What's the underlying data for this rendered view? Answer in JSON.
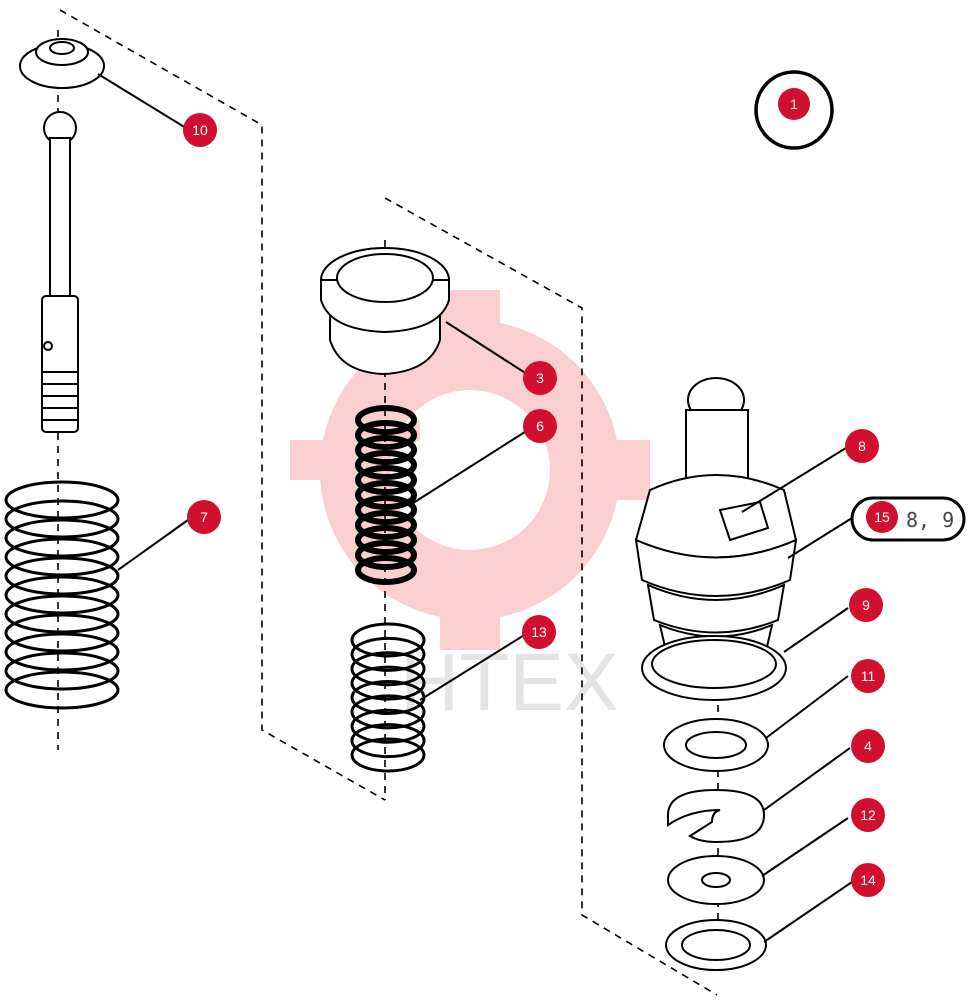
{
  "watermark": {
    "text": "HTEX",
    "color": "#f5a8a8"
  },
  "callout_color": "#d0102e",
  "assembly_marker": {
    "label": "1"
  },
  "reference_note": {
    "badge": "15",
    "text": "8, 9"
  },
  "callouts": [
    {
      "id": "10"
    },
    {
      "id": "3"
    },
    {
      "id": "6"
    },
    {
      "id": "7"
    },
    {
      "id": "13"
    },
    {
      "id": "8"
    },
    {
      "id": "9"
    },
    {
      "id": "11"
    },
    {
      "id": "4"
    },
    {
      "id": "12"
    },
    {
      "id": "14"
    }
  ]
}
